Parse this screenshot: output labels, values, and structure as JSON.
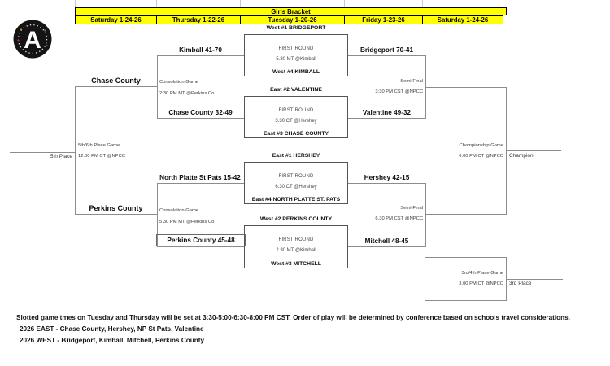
{
  "header": {
    "title": "Girls Bracket",
    "columns": [
      "Saturday 1-24-26",
      "Thursday 1-22-26",
      "Tuesday 1-20-26",
      "Friday 1-23-26",
      "Saturday 1-24-26"
    ]
  },
  "logo": {
    "letter": "A"
  },
  "first_round": [
    {
      "top_seed": "West #1 BRIDGEPORT",
      "round_label": "FIRST ROUND",
      "time": "5.30 MT @Kimball",
      "bottom_seed": "West #4 KIMBALL"
    },
    {
      "top_seed": "East #2 VALENTINE",
      "round_label": "FIRST ROUND",
      "time": "3.30 CT @Hershey",
      "bottom_seed": "East #3 CHASE COUNTY"
    },
    {
      "top_seed": "East #1 HERSHEY",
      "round_label": "FIRST ROUND",
      "time": "6.30 CT @Hershey",
      "bottom_seed": "East #4 NORTH PLATTE ST. PATS"
    },
    {
      "top_seed": "West #2 PERKINS COUNTY",
      "round_label": "FIRST ROUND",
      "time": "2.30 MT @Kimball",
      "bottom_seed": "West #3 MITCHELL"
    }
  ],
  "consolations": [
    {
      "label": "Consolation Game",
      "time": "2:30 PM MT @Perkins Co",
      "top_team": "Kimball 41-70",
      "bottom_team": "Chase County 32-49",
      "winner": "Chase County"
    },
    {
      "label": "Consolation Game",
      "time": "5.30 PM MT @Perkins Co",
      "top_team": "North Platte St Pats 15-42",
      "bottom_team": "Perkins County 45-48",
      "winner": "Perkins County"
    }
  ],
  "fifth_place": {
    "label": "5th/6th Place Game",
    "time": "12.00 PM CT @NPCC",
    "result": "5th Place"
  },
  "semifinals": [
    {
      "label": "Semi-Final",
      "time": "3:30 PM CST @NPCC",
      "top_team": "Bridgeport 70-41",
      "bottom_team": "Valentine 49-32"
    },
    {
      "label": "Semi-Final",
      "time": "6.30 PM CST @NPCC",
      "top_team": "Hershey 42-15",
      "bottom_team": "Mitchell 48-45"
    }
  ],
  "championship": {
    "label": "Championship Game",
    "time": "6.00 PM CT @NPCC",
    "result": "Champion"
  },
  "third_place": {
    "label": "3rd/4th Place Game",
    "time": "3.00 PM CT @NPCC",
    "result": "3rd Place"
  },
  "footer": {
    "line1": "Slotted game tmes on Tuesday and Thursday will be set at 3:30-5:00-6:30-8:00 PM CST; Order of play will be determined by conference based on schools travel considerations.",
    "line2": "2026 EAST - Chase County, Hershey, NP St Pats, Valentine",
    "line3": "2026 WEST - Bridgeport, Kimball, Mitchell, Perkins County"
  }
}
